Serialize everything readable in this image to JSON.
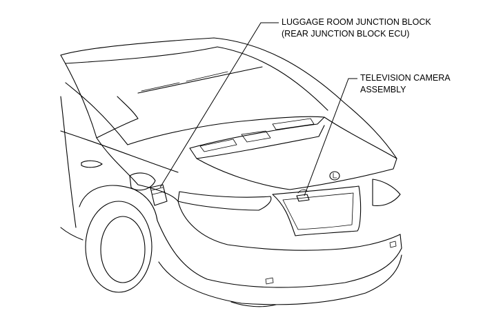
{
  "callouts": [
    {
      "lines": [
        "LUGGAGE ROOM JUNCTION BLOCK",
        "(REAR JUNCTION BLOCK ECU)"
      ]
    },
    {
      "lines": [
        "TELEVISION CAMERA",
        "ASSEMBLY"
      ]
    }
  ],
  "colors": {
    "line": "#000000",
    "background": "#ffffff"
  }
}
